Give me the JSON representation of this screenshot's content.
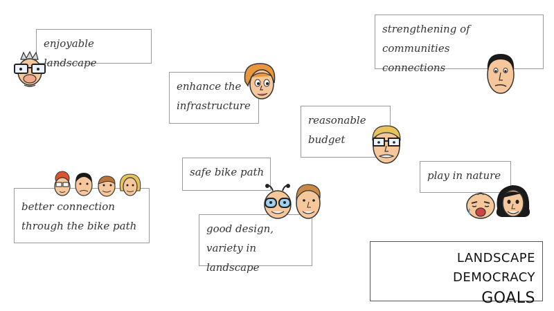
{
  "statements": [
    {
      "id": "enjoyable",
      "text": "enjoyable landscape"
    },
    {
      "id": "communities",
      "line1": "strengthening of communities",
      "line2": "connections"
    },
    {
      "id": "infrastructure",
      "line1": "enhance the",
      "line2": "infrastructure"
    },
    {
      "id": "budget",
      "line1": "reasonable",
      "line2": "budget"
    },
    {
      "id": "bike-path",
      "text": "safe bike path"
    },
    {
      "id": "nature",
      "text": "play in nature"
    },
    {
      "id": "connection",
      "line1": "better connection",
      "line2": "through the bike path"
    },
    {
      "id": "design",
      "line1": "good design,",
      "line2": "variety in landscape"
    }
  ],
  "title": {
    "line1": "LANDSCAPE DEMOCRACY",
    "line2": "GOALS"
  },
  "icons": [
    "grandpa-face-icon",
    "businessman-face-icon",
    "woman-face-icon",
    "man-glasses-face-icon",
    "group-faces-icon",
    "kid-face-icon",
    "man-face-icon",
    "crying-baby-face-icon",
    "girl-face-icon"
  ],
  "colors": {
    "border": "#9a9a9a",
    "text": "#333333",
    "skin": "#f6c79a",
    "hair_orange": "#e9973d",
    "hair_blond": "#e8c25a",
    "hair_black": "#1a1a1a"
  }
}
